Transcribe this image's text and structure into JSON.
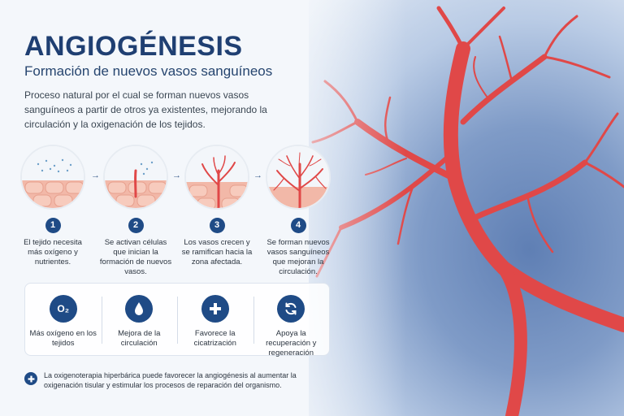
{
  "header": {
    "title": "ANGIOGÉNESIS",
    "subtitle": "Formación de nuevos vasos sanguíneos",
    "description": "Proceso natural por el cual se forman nuevos vasos sanguíneos a partir de otros ya existentes, mejorando la circulación y la oxigenación de los tejidos."
  },
  "steps": [
    {
      "num": "1",
      "caption": "El tejido necesita más oxígeno y nutrientes.",
      "icon": "tissue-oxygen-need-icon"
    },
    {
      "num": "2",
      "caption": "Se activan células que inician la formación de nuevos vasos.",
      "icon": "cell-activation-icon"
    },
    {
      "num": "3",
      "caption": "Los vasos crecen y se ramifican hacia la zona afectada.",
      "icon": "vessel-branching-icon"
    },
    {
      "num": "4",
      "caption": "Se forman nuevos vasos sanguíneos que mejoran la circulación.",
      "icon": "new-vessel-network-icon"
    }
  ],
  "arrows": [
    "→",
    "→",
    "→"
  ],
  "benefits": [
    {
      "label": "Más oxígeno en los tejidos",
      "icon": "oxygen-icon",
      "symbol": "O₂"
    },
    {
      "label": "Mejora de la circulación",
      "icon": "blood-drop-icon"
    },
    {
      "label": "Favorece la cicatrización",
      "icon": "plus-icon"
    },
    {
      "label": "Apoya la recuperación y regeneración",
      "icon": "refresh-icon"
    }
  ],
  "note": {
    "text": "La oxigenoterapia hiperbárica puede favorecer la angiogénesis al aumentar la oxigenación tisular y estimular los procesos de reparación del organismo.",
    "icon": "plus-icon"
  },
  "colors": {
    "title": "#1f3f72",
    "accent": "#1f4b86",
    "vessel": "#e04848",
    "tissue": "#7f9bc7"
  }
}
